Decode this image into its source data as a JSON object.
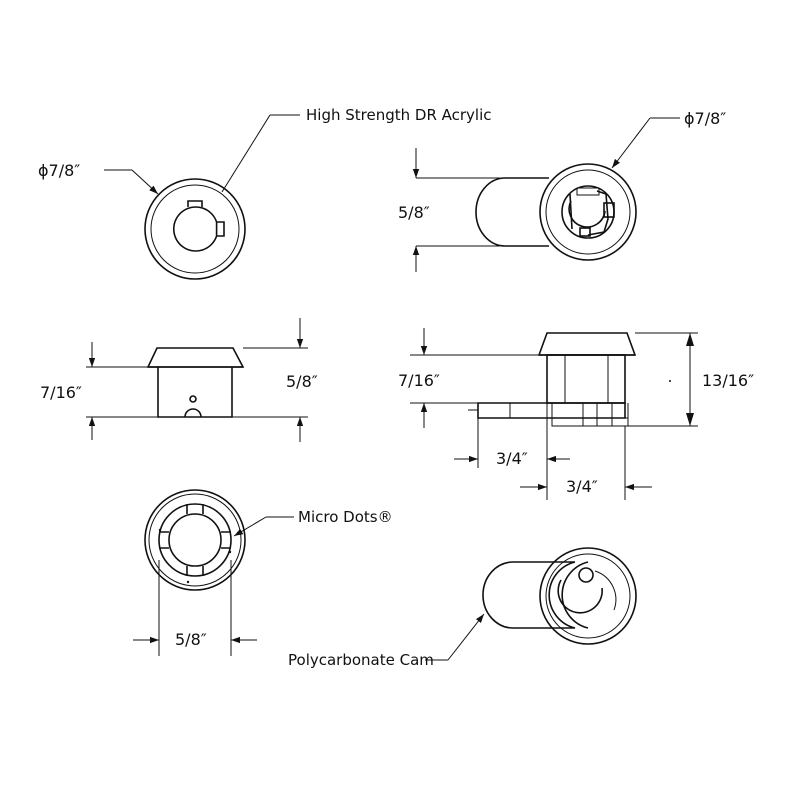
{
  "labels": {
    "acrylic": "High Strength DR Acrylic",
    "micro_dots": "Micro Dots®",
    "cam": "Polycarbonate Cam"
  },
  "dimensions": {
    "front_diameter": "ϕ7/8″",
    "side_diameter": "ϕ7/8″",
    "side_height": "5/8″",
    "body_flange": "7/16″",
    "body_height": "5/8″",
    "assy_flange": "7/16″",
    "assy_height": "13/16″",
    "cam_offset": "3/4″",
    "cam_length": "3/4″",
    "rear_width": "5/8″"
  }
}
